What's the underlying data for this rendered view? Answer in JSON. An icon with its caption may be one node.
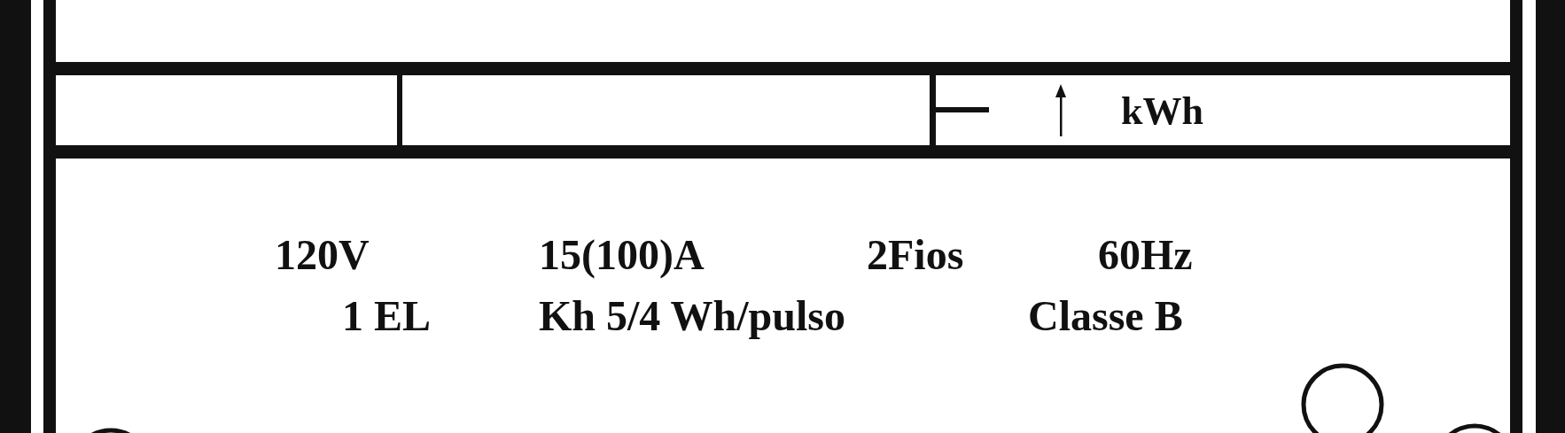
{
  "diagram": {
    "labels": [
      "kWh",
      "120V",
      "15(100)A",
      "2Fios",
      "60Hz",
      "1 EL",
      "Kh 5/4 Wh/pulso",
      "Classe B"
    ]
  }
}
